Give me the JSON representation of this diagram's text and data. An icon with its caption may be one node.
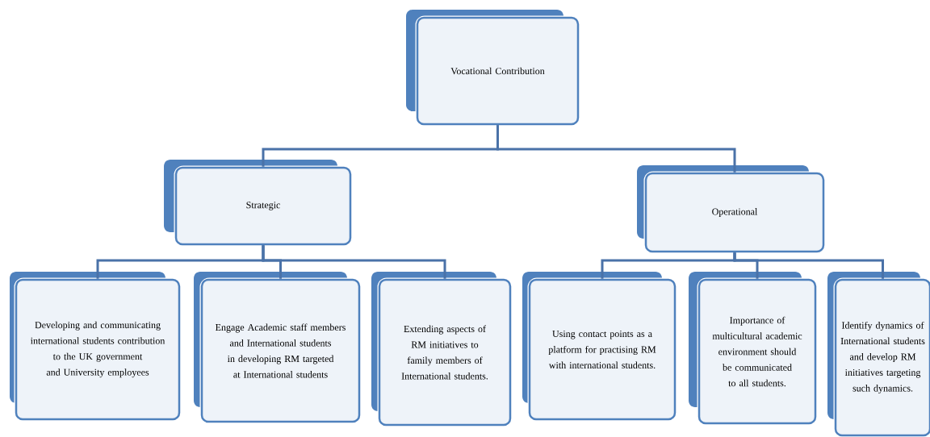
{
  "diagram": {
    "nodes": [
      {
        "text": [
          "Vocational Contribution"
        ]
      },
      {
        "text": [
          "Strategic"
        ]
      },
      {
        "text": [
          "Operational"
        ]
      },
      {
        "text": [
          "Developing and communicating international students contribution to the UK government and University employees"
        ]
      },
      {
        "text": [
          "Engage Academic staff members and International students in developing RM targeted at International students"
        ]
      },
      {
        "text": [
          "Extending aspects of RM initiatives to family members of International students."
        ]
      },
      {
        "text": [
          "Using contact points as a platform for practising RM with international students."
        ]
      },
      {
        "text": [
          "Importance of multicultural academic environment should be communicated to all students."
        ]
      },
      {
        "text": [
          "Identify dynamics of International students and develop RM initiatives targeting such dynamics."
        ]
      }
    ],
    "edges": [
      {
        "from": 0,
        "to": 1,
        "arrow": "none"
      },
      {
        "from": 0,
        "to": 2,
        "arrow": "none"
      },
      {
        "from": 1,
        "to": 3,
        "arrow": "none"
      },
      {
        "from": 1,
        "to": 4,
        "arrow": "none"
      },
      {
        "from": 1,
        "to": 5,
        "arrow": "none"
      },
      {
        "from": 2,
        "to": 6,
        "arrow": "none"
      },
      {
        "from": 2,
        "to": 7,
        "arrow": "none"
      },
      {
        "from": 2,
        "to": 8,
        "arrow": "none"
      }
    ]
  }
}
